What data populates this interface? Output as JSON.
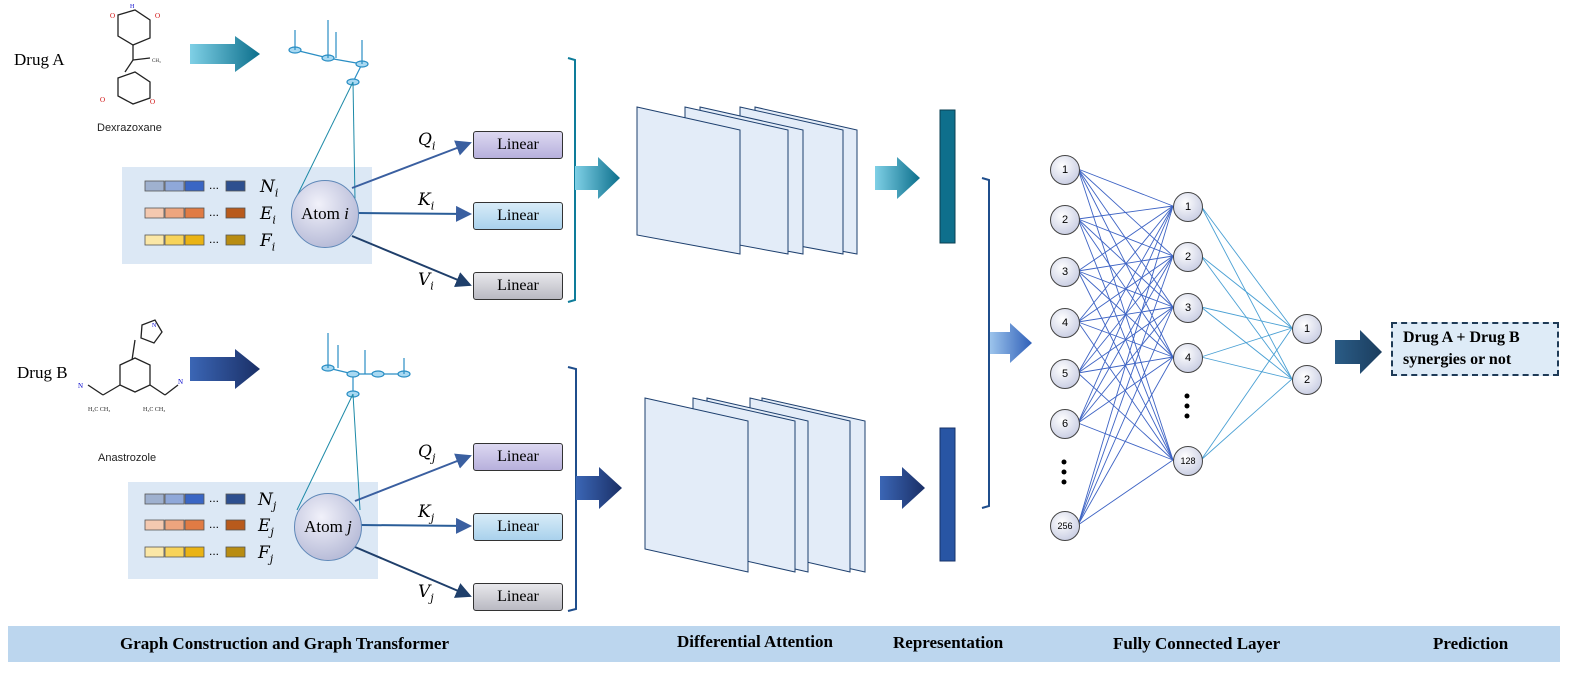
{
  "drugs": [
    {
      "label": "Drug A",
      "molecule": "Dexrazoxane"
    },
    {
      "label": "Drug B",
      "molecule": "Anastrozole"
    }
  ],
  "atoms": [
    {
      "name": "Atom",
      "index": "i"
    },
    {
      "name": "Atom",
      "index": "j"
    }
  ],
  "features": {
    "N": "N",
    "E": "E",
    "F": "F",
    "ellipsis": "..."
  },
  "projections": {
    "Q": "Q",
    "K": "K",
    "V": "V",
    "linear_label": "Linear"
  },
  "network": {
    "input_nodes": [
      "1",
      "2",
      "3",
      "4",
      "5",
      "6",
      "256"
    ],
    "hidden_nodes": [
      "1",
      "2",
      "3",
      "4",
      "128"
    ],
    "output_nodes": [
      "1",
      "2"
    ]
  },
  "prediction": {
    "line1": "Drug A + Drug B",
    "line2": "synergies or not"
  },
  "stages": [
    "Graph Construction and Graph Transformer",
    "Differential Attention",
    "Representation",
    "Fully Connected Layer",
    "Prediction"
  ],
  "colors": {
    "teal": "#0e7c9a",
    "navy": "#1f4e8c",
    "panel": "#dce8f5",
    "bar": "#bcd6ee"
  }
}
